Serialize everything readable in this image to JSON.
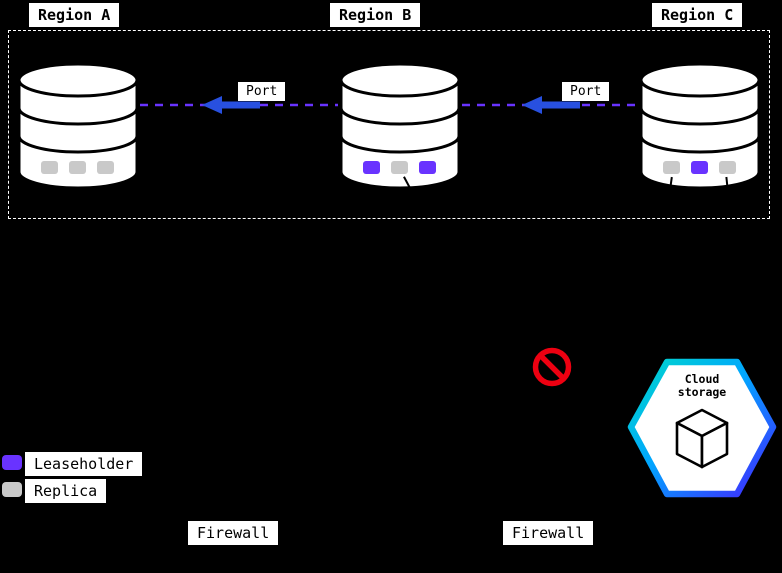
{
  "regions": [
    {
      "label": "Region A"
    },
    {
      "label": "Region B"
    },
    {
      "label": "Region C"
    }
  ],
  "databases": [
    {
      "region": "Region A",
      "squares": [
        "replica",
        "replica",
        "replica"
      ]
    },
    {
      "region": "Region B",
      "squares": [
        "leaseholder",
        "replica",
        "leaseholder"
      ]
    },
    {
      "region": "Region C",
      "squares": [
        "replica",
        "leaseholder",
        "replica"
      ]
    }
  ],
  "connectors": [
    {
      "label": "Port"
    },
    {
      "label": "Port"
    }
  ],
  "legend": {
    "items": [
      {
        "label": "Leaseholder",
        "color": "#6933ff"
      },
      {
        "label": "Replica",
        "color": "#c9c9c9"
      }
    ]
  },
  "firewalls": [
    {
      "label": "Firewall"
    },
    {
      "label": "Firewall"
    }
  ],
  "cloud_storage": {
    "line1": "Cloud",
    "line2": "storage"
  },
  "colors": {
    "leaseholder": "#6933ff",
    "replica": "#c9c9c9",
    "replication_link": "#6933ff",
    "arrow": "#2850e0",
    "prohibited": "#ee0011",
    "background": "#000000"
  }
}
